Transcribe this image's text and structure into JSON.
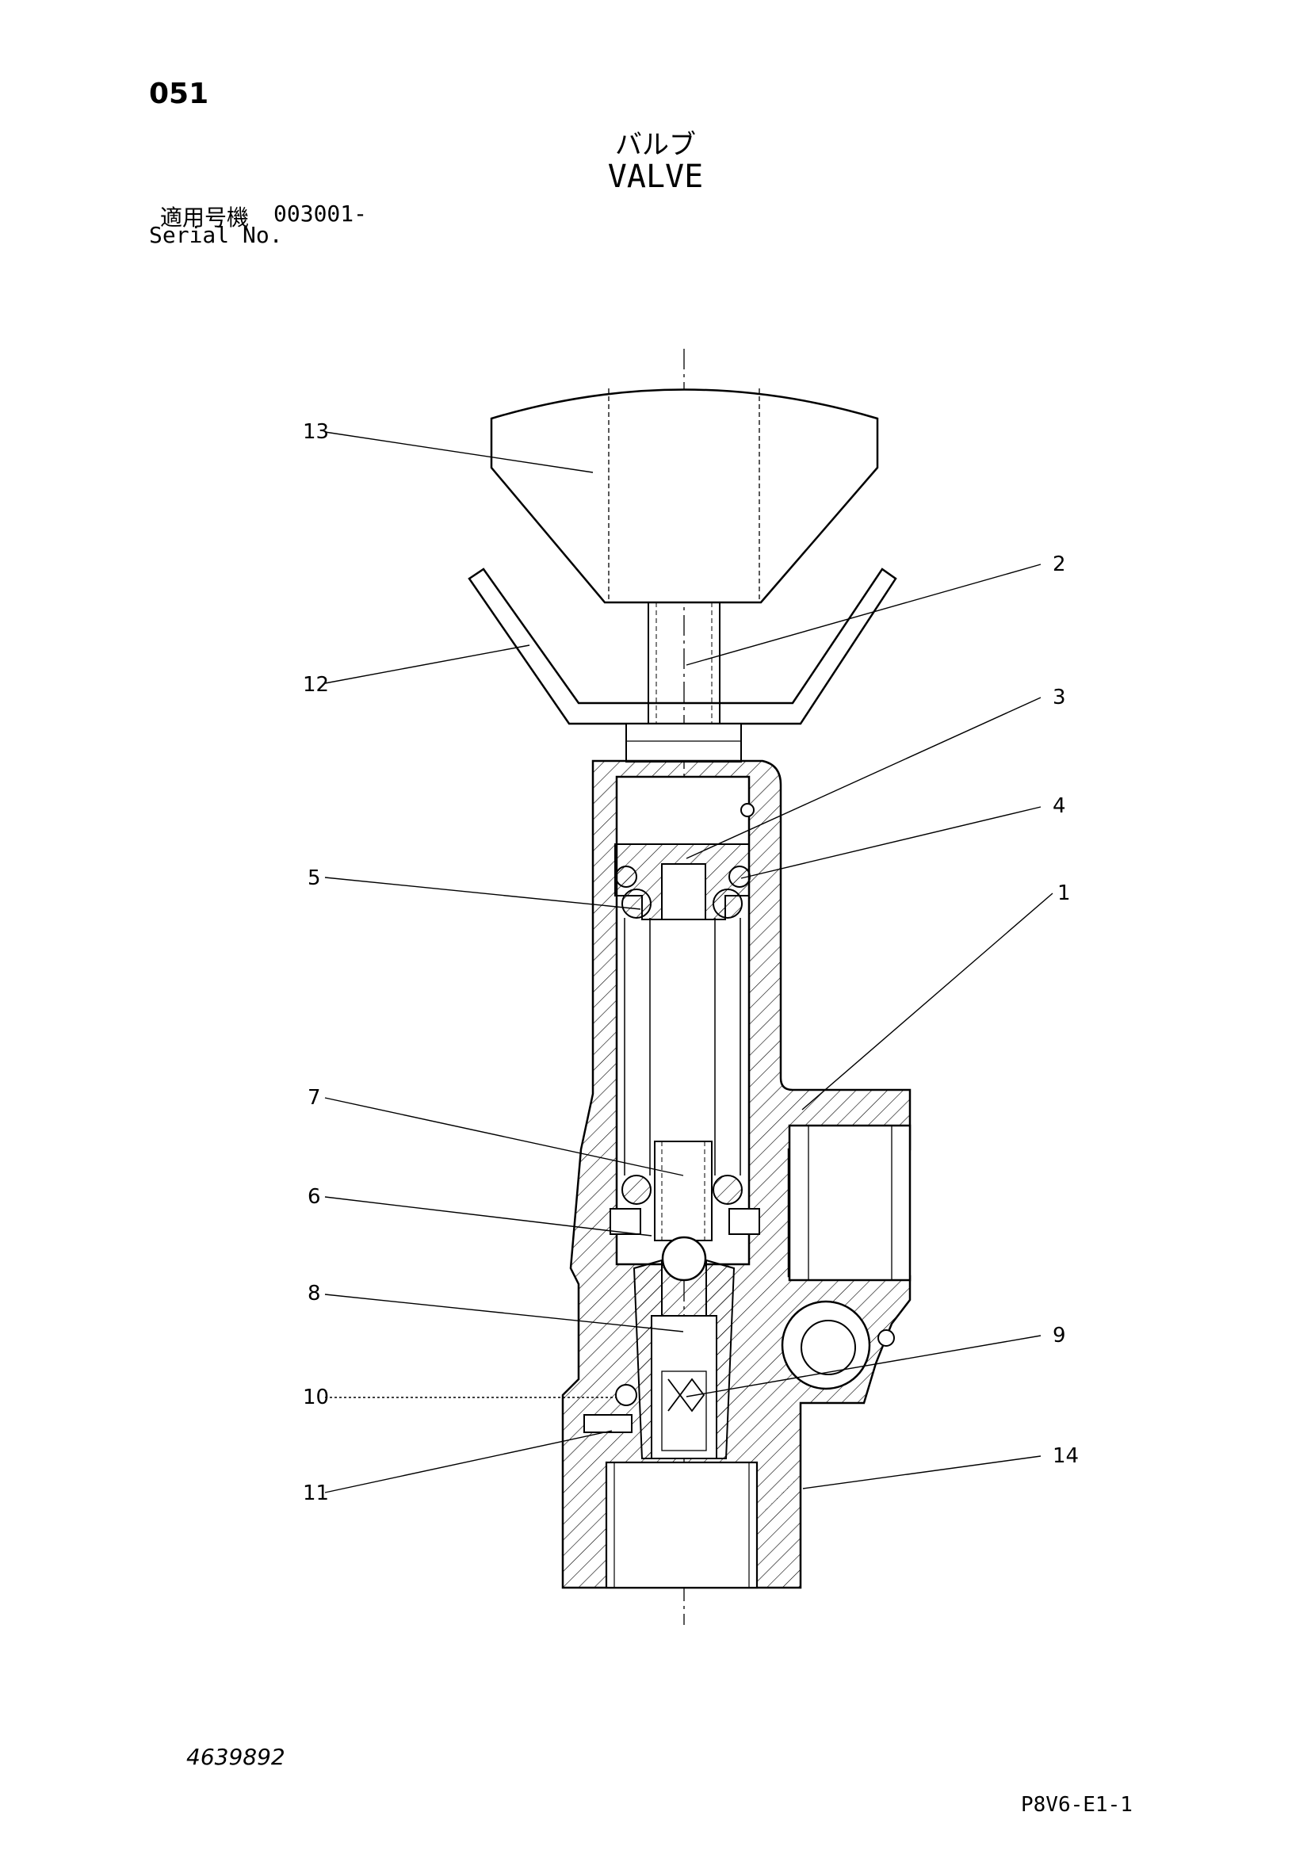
{
  "header": {
    "page_number": "051",
    "title_jp": "バルブ",
    "title_en": "VALVE",
    "serial_label_jp": "適用号機",
    "serial_value": "003001-",
    "serial_label_en": "Serial No."
  },
  "footer": {
    "drawing_number": "4639892",
    "page_code": "P8V6-E1-1"
  },
  "callouts": [
    {
      "id": "13",
      "label": "13"
    },
    {
      "id": "2",
      "label": "2"
    },
    {
      "id": "12",
      "label": "12"
    },
    {
      "id": "3",
      "label": "3"
    },
    {
      "id": "4",
      "label": "4"
    },
    {
      "id": "5",
      "label": "5"
    },
    {
      "id": "1",
      "label": "1"
    },
    {
      "id": "7",
      "label": "7"
    },
    {
      "id": "6",
      "label": "6"
    },
    {
      "id": "8",
      "label": "8"
    },
    {
      "id": "9",
      "label": "9"
    },
    {
      "id": "10",
      "label": "10"
    },
    {
      "id": "11",
      "label": "11"
    },
    {
      "id": "14",
      "label": "14"
    }
  ]
}
